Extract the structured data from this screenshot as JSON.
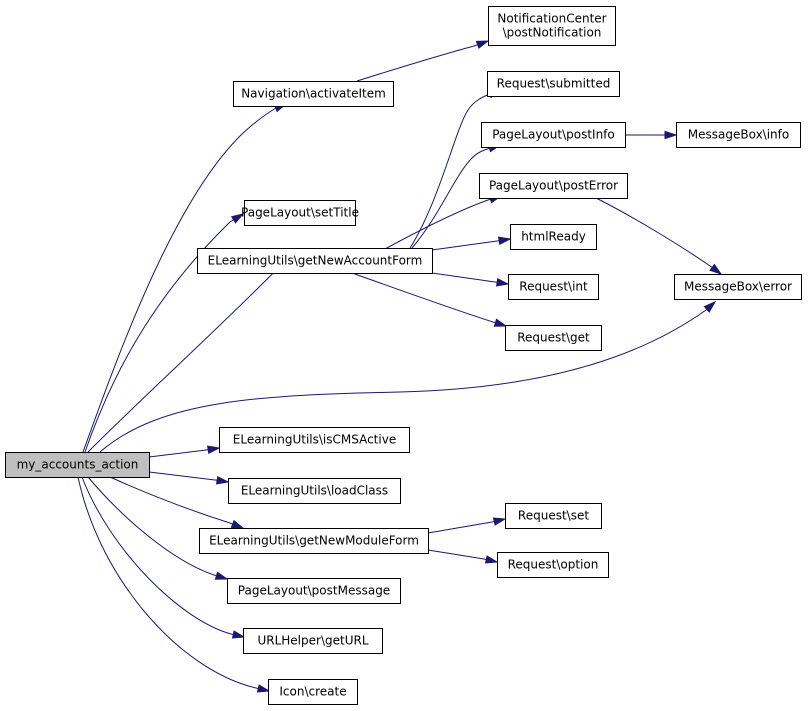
{
  "graph": {
    "root": "my_accounts_action",
    "colors": {
      "edge": "#191970",
      "node_border": "#000000",
      "node_fill": "#ffffff",
      "root_fill": "#bfbfbf"
    },
    "nodes": [
      {
        "id": "my_accounts_action",
        "lines": [
          "my_accounts_action"
        ],
        "root": true
      },
      {
        "id": "navigation_activateitem",
        "lines": [
          "Navigation\\activateItem"
        ]
      },
      {
        "id": "notificationcenter_postnotification",
        "lines": [
          "NotificationCenter",
          "\\postNotification"
        ]
      },
      {
        "id": "pagelayout_settitle",
        "lines": [
          "PageLayout\\setTitle"
        ]
      },
      {
        "id": "elearningutils_getnewaccountform",
        "lines": [
          "ELearningUtils\\getNewAccountForm"
        ]
      },
      {
        "id": "request_submitted",
        "lines": [
          "Request\\submitted"
        ]
      },
      {
        "id": "pagelayout_postinfo",
        "lines": [
          "PageLayout\\postInfo"
        ]
      },
      {
        "id": "messagebox_info",
        "lines": [
          "MessageBox\\info"
        ]
      },
      {
        "id": "pagelayout_posterror",
        "lines": [
          "PageLayout\\postError"
        ]
      },
      {
        "id": "htmlready",
        "lines": [
          "htmlReady"
        ]
      },
      {
        "id": "request_int",
        "lines": [
          "Request\\int"
        ]
      },
      {
        "id": "request_get",
        "lines": [
          "Request\\get"
        ]
      },
      {
        "id": "messagebox_error",
        "lines": [
          "MessageBox\\error"
        ]
      },
      {
        "id": "elearningutils_iscmsactive",
        "lines": [
          "ELearningUtils\\isCMSActive"
        ]
      },
      {
        "id": "elearningutils_loadclass",
        "lines": [
          "ELearningUtils\\loadClass"
        ]
      },
      {
        "id": "elearningutils_getnewmoduleform",
        "lines": [
          "ELearningUtils\\getNewModuleForm"
        ]
      },
      {
        "id": "request_set",
        "lines": [
          "Request\\set"
        ]
      },
      {
        "id": "request_option",
        "lines": [
          "Request\\option"
        ]
      },
      {
        "id": "pagelayout_postmessage",
        "lines": [
          "PageLayout\\postMessage"
        ]
      },
      {
        "id": "urlhelper_geturl",
        "lines": [
          "URLHelper\\getURL"
        ]
      },
      {
        "id": "icon_create",
        "lines": [
          "Icon\\create"
        ]
      }
    ],
    "edges": [
      {
        "from": "my_accounts_action",
        "to": "navigation_activateitem"
      },
      {
        "from": "navigation_activateitem",
        "to": "notificationcenter_postnotification"
      },
      {
        "from": "my_accounts_action",
        "to": "pagelayout_settitle"
      },
      {
        "from": "my_accounts_action",
        "to": "elearningutils_getnewaccountform"
      },
      {
        "from": "elearningutils_getnewaccountform",
        "to": "request_submitted"
      },
      {
        "from": "elearningutils_getnewaccountform",
        "to": "pagelayout_postinfo"
      },
      {
        "from": "pagelayout_postinfo",
        "to": "messagebox_info"
      },
      {
        "from": "elearningutils_getnewaccountform",
        "to": "pagelayout_posterror"
      },
      {
        "from": "pagelayout_posterror",
        "to": "messagebox_error"
      },
      {
        "from": "elearningutils_getnewaccountform",
        "to": "htmlready"
      },
      {
        "from": "elearningutils_getnewaccountform",
        "to": "request_int"
      },
      {
        "from": "elearningutils_getnewaccountform",
        "to": "request_get"
      },
      {
        "from": "my_accounts_action",
        "to": "messagebox_error"
      },
      {
        "from": "my_accounts_action",
        "to": "elearningutils_iscmsactive"
      },
      {
        "from": "my_accounts_action",
        "to": "elearningutils_loadclass"
      },
      {
        "from": "my_accounts_action",
        "to": "elearningutils_getnewmoduleform"
      },
      {
        "from": "elearningutils_getnewmoduleform",
        "to": "request_set"
      },
      {
        "from": "elearningutils_getnewmoduleform",
        "to": "request_option"
      },
      {
        "from": "my_accounts_action",
        "to": "pagelayout_postmessage"
      },
      {
        "from": "my_accounts_action",
        "to": "urlhelper_geturl"
      },
      {
        "from": "my_accounts_action",
        "to": "icon_create"
      }
    ]
  }
}
